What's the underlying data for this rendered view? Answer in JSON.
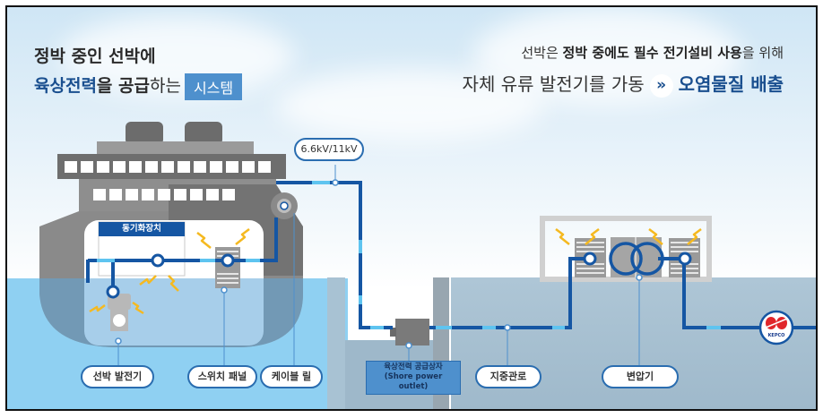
{
  "header": {
    "title_line1": "정박 중인 선박에",
    "title_line2_highlight": "육상전력",
    "title_line2_mid": "을 공급",
    "title_line2_rest": "하는",
    "title_box": "시스템",
    "right_line1_pre": "선박은 ",
    "right_line1_bold1": "정박 중에도 필수 전기설비 사용",
    "right_line1_post": "을 위해",
    "right_line2_pre": "자체 유류 발전기를 가동",
    "right_line2_arrow": "»",
    "right_line2_emphasis": "오염물질 배출"
  },
  "diagram": {
    "voltage_label": "6.6kV/11kV",
    "sync_device_label": "동기화장치",
    "labels": {
      "ship_generator": "선박 발전기",
      "switch_panel": "스위치 패널",
      "cable_reel": "케이블 릴",
      "shore_outlet_ko": "육상전력 공급상자",
      "shore_outlet_en1": "(Shore power",
      "shore_outlet_en2": "outlet)",
      "underground_duct": "지중관로",
      "transformer": "변압기"
    },
    "logo_text": "KEPCO",
    "colors": {
      "line_blue": "#1556a3",
      "accent_blue": "#4e90cd",
      "water": "#8fd0f2",
      "ship_gray": "#8a8a8a",
      "spark_yellow": "#f5b920"
    }
  }
}
